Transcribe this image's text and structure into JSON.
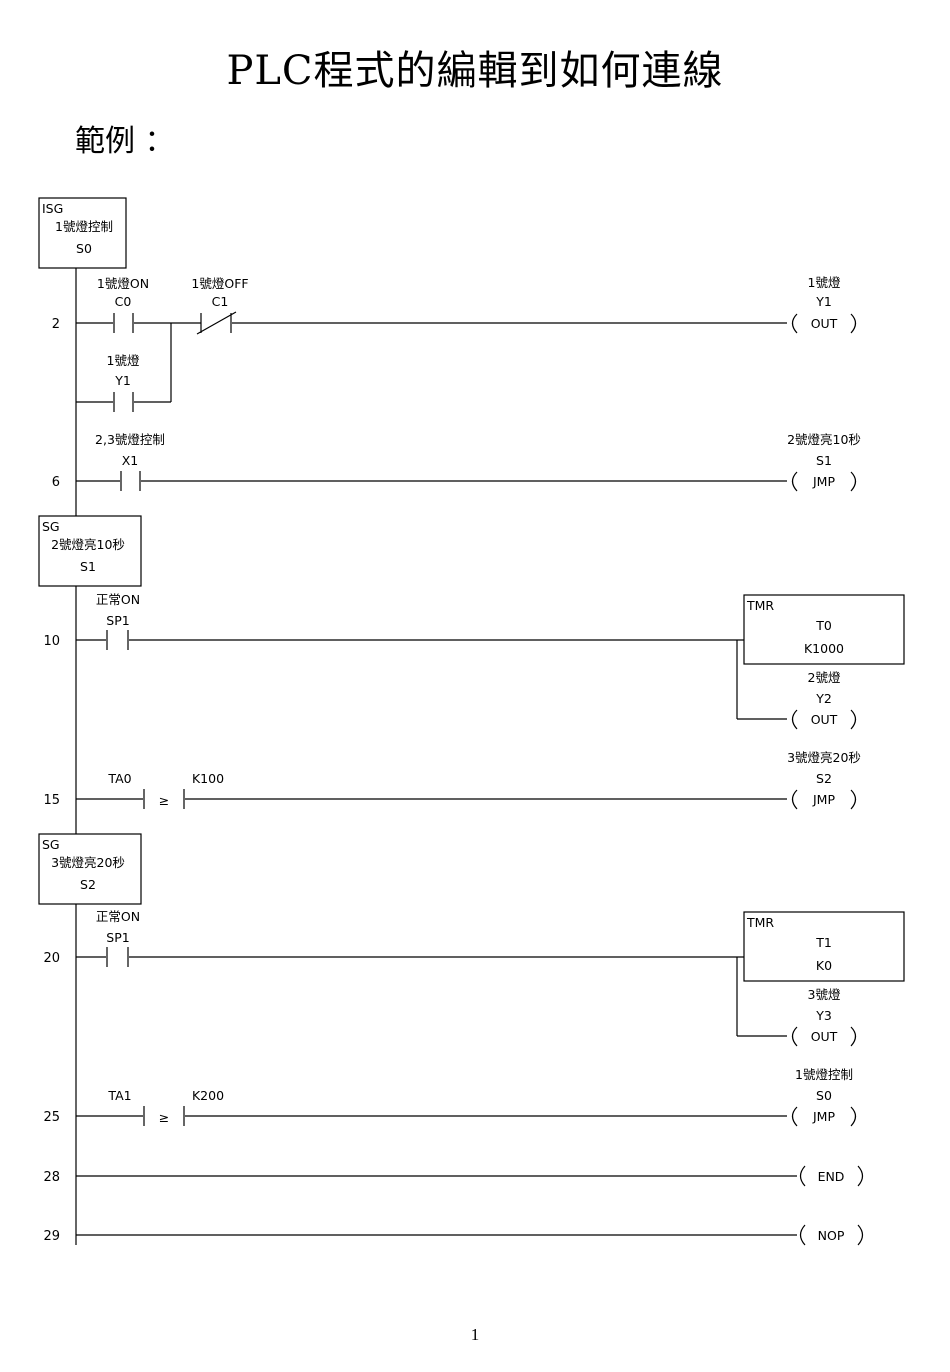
{
  "title": "PLC程式的編輯到如何連線",
  "section_label": "範例 ：",
  "page_number": "1",
  "stages": [
    {
      "type": "ISG",
      "label": "1號燈控制",
      "address": "S0"
    },
    {
      "type": "SG",
      "label": "2號燈亮10秒",
      "address": "S1"
    },
    {
      "type": "SG",
      "label": "3號燈亮20秒",
      "address": "S2"
    }
  ],
  "rungs": [
    {
      "number": "2",
      "contacts": [
        {
          "kind": "NO",
          "comment": "1號燈ON",
          "address": "C0"
        },
        {
          "kind": "NC",
          "comment": "1號燈OFF",
          "address": "C1"
        }
      ],
      "branch": {
        "kind": "NO",
        "comment": "1號燈",
        "address": "Y1"
      },
      "coil": {
        "comment": "1號燈",
        "address": "Y1",
        "instruction": "OUT"
      }
    },
    {
      "number": "6",
      "contacts": [
        {
          "kind": "NO",
          "comment": "2,3號燈控制",
          "address": "X1"
        }
      ],
      "coil": {
        "comment": "2號燈亮10秒",
        "address": "S1",
        "instruction": "JMP"
      }
    },
    {
      "number": "10",
      "contacts": [
        {
          "kind": "NO",
          "comment": "正常ON",
          "address": "SP1"
        }
      ],
      "timer": {
        "type": "TMR",
        "address": "T0",
        "preset": "K1000"
      },
      "coil": {
        "comment": "2號燈",
        "address": "Y2",
        "instruction": "OUT"
      }
    },
    {
      "number": "15",
      "compare": {
        "operand1": "TA0",
        "operator": "≥",
        "operand2": "K100"
      },
      "coil": {
        "comment": "3號燈亮20秒",
        "address": "S2",
        "instruction": "JMP"
      }
    },
    {
      "number": "20",
      "contacts": [
        {
          "kind": "NO",
          "comment": "正常ON",
          "address": "SP1"
        }
      ],
      "timer": {
        "type": "TMR",
        "address": "T1",
        "preset": "K0"
      },
      "coil": {
        "comment": "3號燈",
        "address": "Y3",
        "instruction": "OUT"
      }
    },
    {
      "number": "25",
      "compare": {
        "operand1": "TA1",
        "operator": "≥",
        "operand2": "K200"
      },
      "coil": {
        "comment": "1號燈控制",
        "address": "S0",
        "instruction": "JMP"
      }
    },
    {
      "number": "28",
      "coil": {
        "instruction": "END"
      }
    },
    {
      "number": "29",
      "coil": {
        "instruction": "NOP"
      }
    }
  ]
}
